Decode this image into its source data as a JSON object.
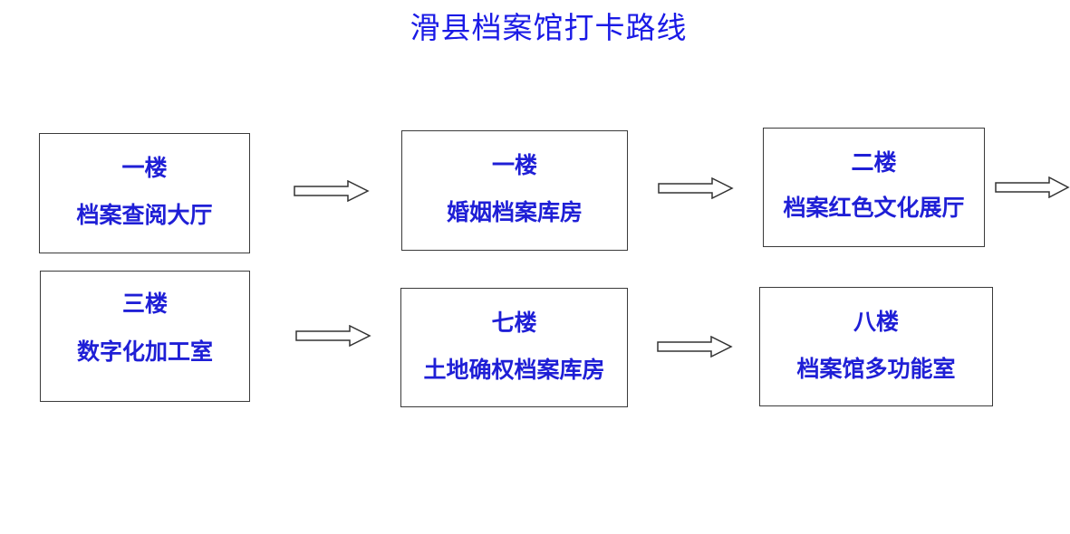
{
  "title": "滑县档案馆打卡路线",
  "colors": {
    "text": "#1f1fd6",
    "title": "#1a1ae6",
    "border": "#3a3a3a"
  },
  "boxes": [
    {
      "floor": "一楼",
      "room": "档案查阅大厅"
    },
    {
      "floor": "一楼",
      "room": "婚姻档案库房"
    },
    {
      "floor": "二楼",
      "room": "档案红色文化展厅"
    },
    {
      "floor": "三楼",
      "room": "数字化加工室"
    },
    {
      "floor": "七楼",
      "room": "土地确权档案库房"
    },
    {
      "floor": "八楼",
      "room": "档案馆多功能室"
    }
  ],
  "arrows": [
    "right-arrow",
    "right-arrow",
    "right-arrow",
    "right-arrow",
    "right-arrow"
  ]
}
